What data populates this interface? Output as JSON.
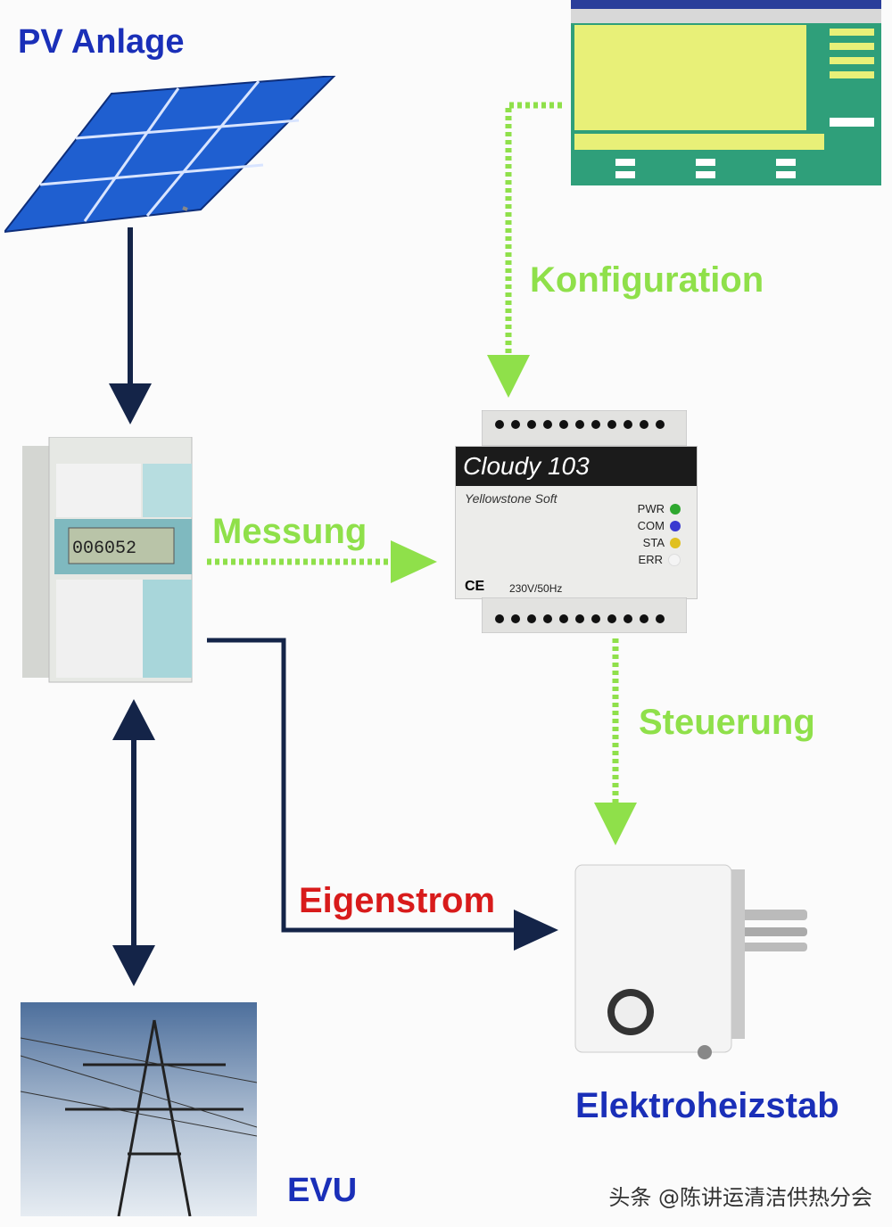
{
  "labels": {
    "pv": "PV Anlage",
    "konfiguration": "Konfiguration",
    "messung": "Messung",
    "steuerung": "Steuerung",
    "eigenstrom": "Eigenstrom",
    "elektroheizstab": "Elektroheizstab",
    "evu": "EVU"
  },
  "controller": {
    "name": "Cloudy 103",
    "brand": "Yellowstone Soft",
    "leds": [
      {
        "label": "PWR",
        "color": "#2fa82f"
      },
      {
        "label": "COM",
        "color": "#3a3ad0"
      },
      {
        "label": "STA",
        "color": "#e0c020"
      },
      {
        "label": "ERR",
        "color": "#f4f4f4"
      }
    ],
    "ce": "CE",
    "voltage": "230V/50Hz"
  },
  "meter": {
    "display": "006052"
  },
  "watermark": "头条 @陈讲运清洁供热分会",
  "colors": {
    "label_blue": "#1a2fb8",
    "label_green": "#8fe04a",
    "label_red": "#d81b1b",
    "arrow_dark": "#142448",
    "arrow_green": "#8fe04a"
  }
}
